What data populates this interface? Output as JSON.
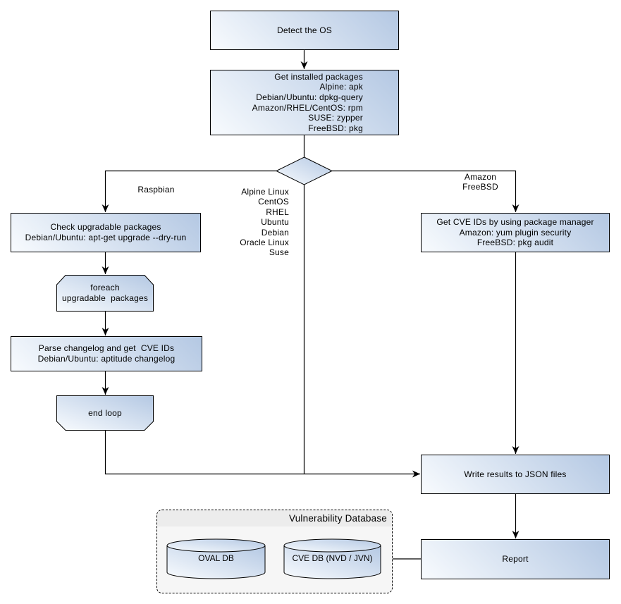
{
  "nodes": {
    "detect_os": {
      "label": "Detect the OS"
    },
    "get_installed_packages": {
      "lines": [
        "Get installed packages",
        "Alpine: apk",
        "Debian/Ubuntu: dpkg-query",
        "Amazon/RHEL/CentOS: rpm",
        "SUSE: zypper",
        "FreeBSD: pkg"
      ]
    },
    "check_upgradable": {
      "lines": [
        "Check upgradable packages",
        "Debian/Ubuntu: apt-get upgrade --dry-run"
      ]
    },
    "foreach_loop": {
      "lines": [
        "foreach",
        "upgradable  packages"
      ]
    },
    "parse_changelog": {
      "lines": [
        "Parse changelog and get  CVE IDs",
        "Debian/Ubuntu: aptitude changelog"
      ]
    },
    "end_loop": {
      "label": "end loop"
    },
    "get_cve_ids": {
      "lines": [
        "Get CVE IDs by using package manager",
        "Amazon: yum plugin security",
        "FreeBSD: pkg audit"
      ]
    },
    "write_results": {
      "label": "Write results to JSON files"
    },
    "report": {
      "label": "Report"
    }
  },
  "edge_labels": {
    "left_branch": "Raspbian",
    "right_branch": [
      "Amazon",
      "FreeBSD"
    ],
    "middle_branch": [
      "Alpine Linux",
      "CentOS",
      "RHEL",
      "Ubuntu",
      "Debian",
      "Oracle Linux",
      "Suse"
    ]
  },
  "database": {
    "title": "Vulnerability Database",
    "cylinders": [
      {
        "label": "OVAL DB"
      },
      {
        "label": "CVE DB (NVD / JVN)"
      }
    ]
  },
  "colors": {
    "node_fill_light": "#f8fbfe",
    "node_fill_dark": "#b4c8e3",
    "node_border": "#000000",
    "connector": "#000000",
    "text": "#000000",
    "db_body": "#f6f6f6",
    "db_header": "#ececec"
  }
}
